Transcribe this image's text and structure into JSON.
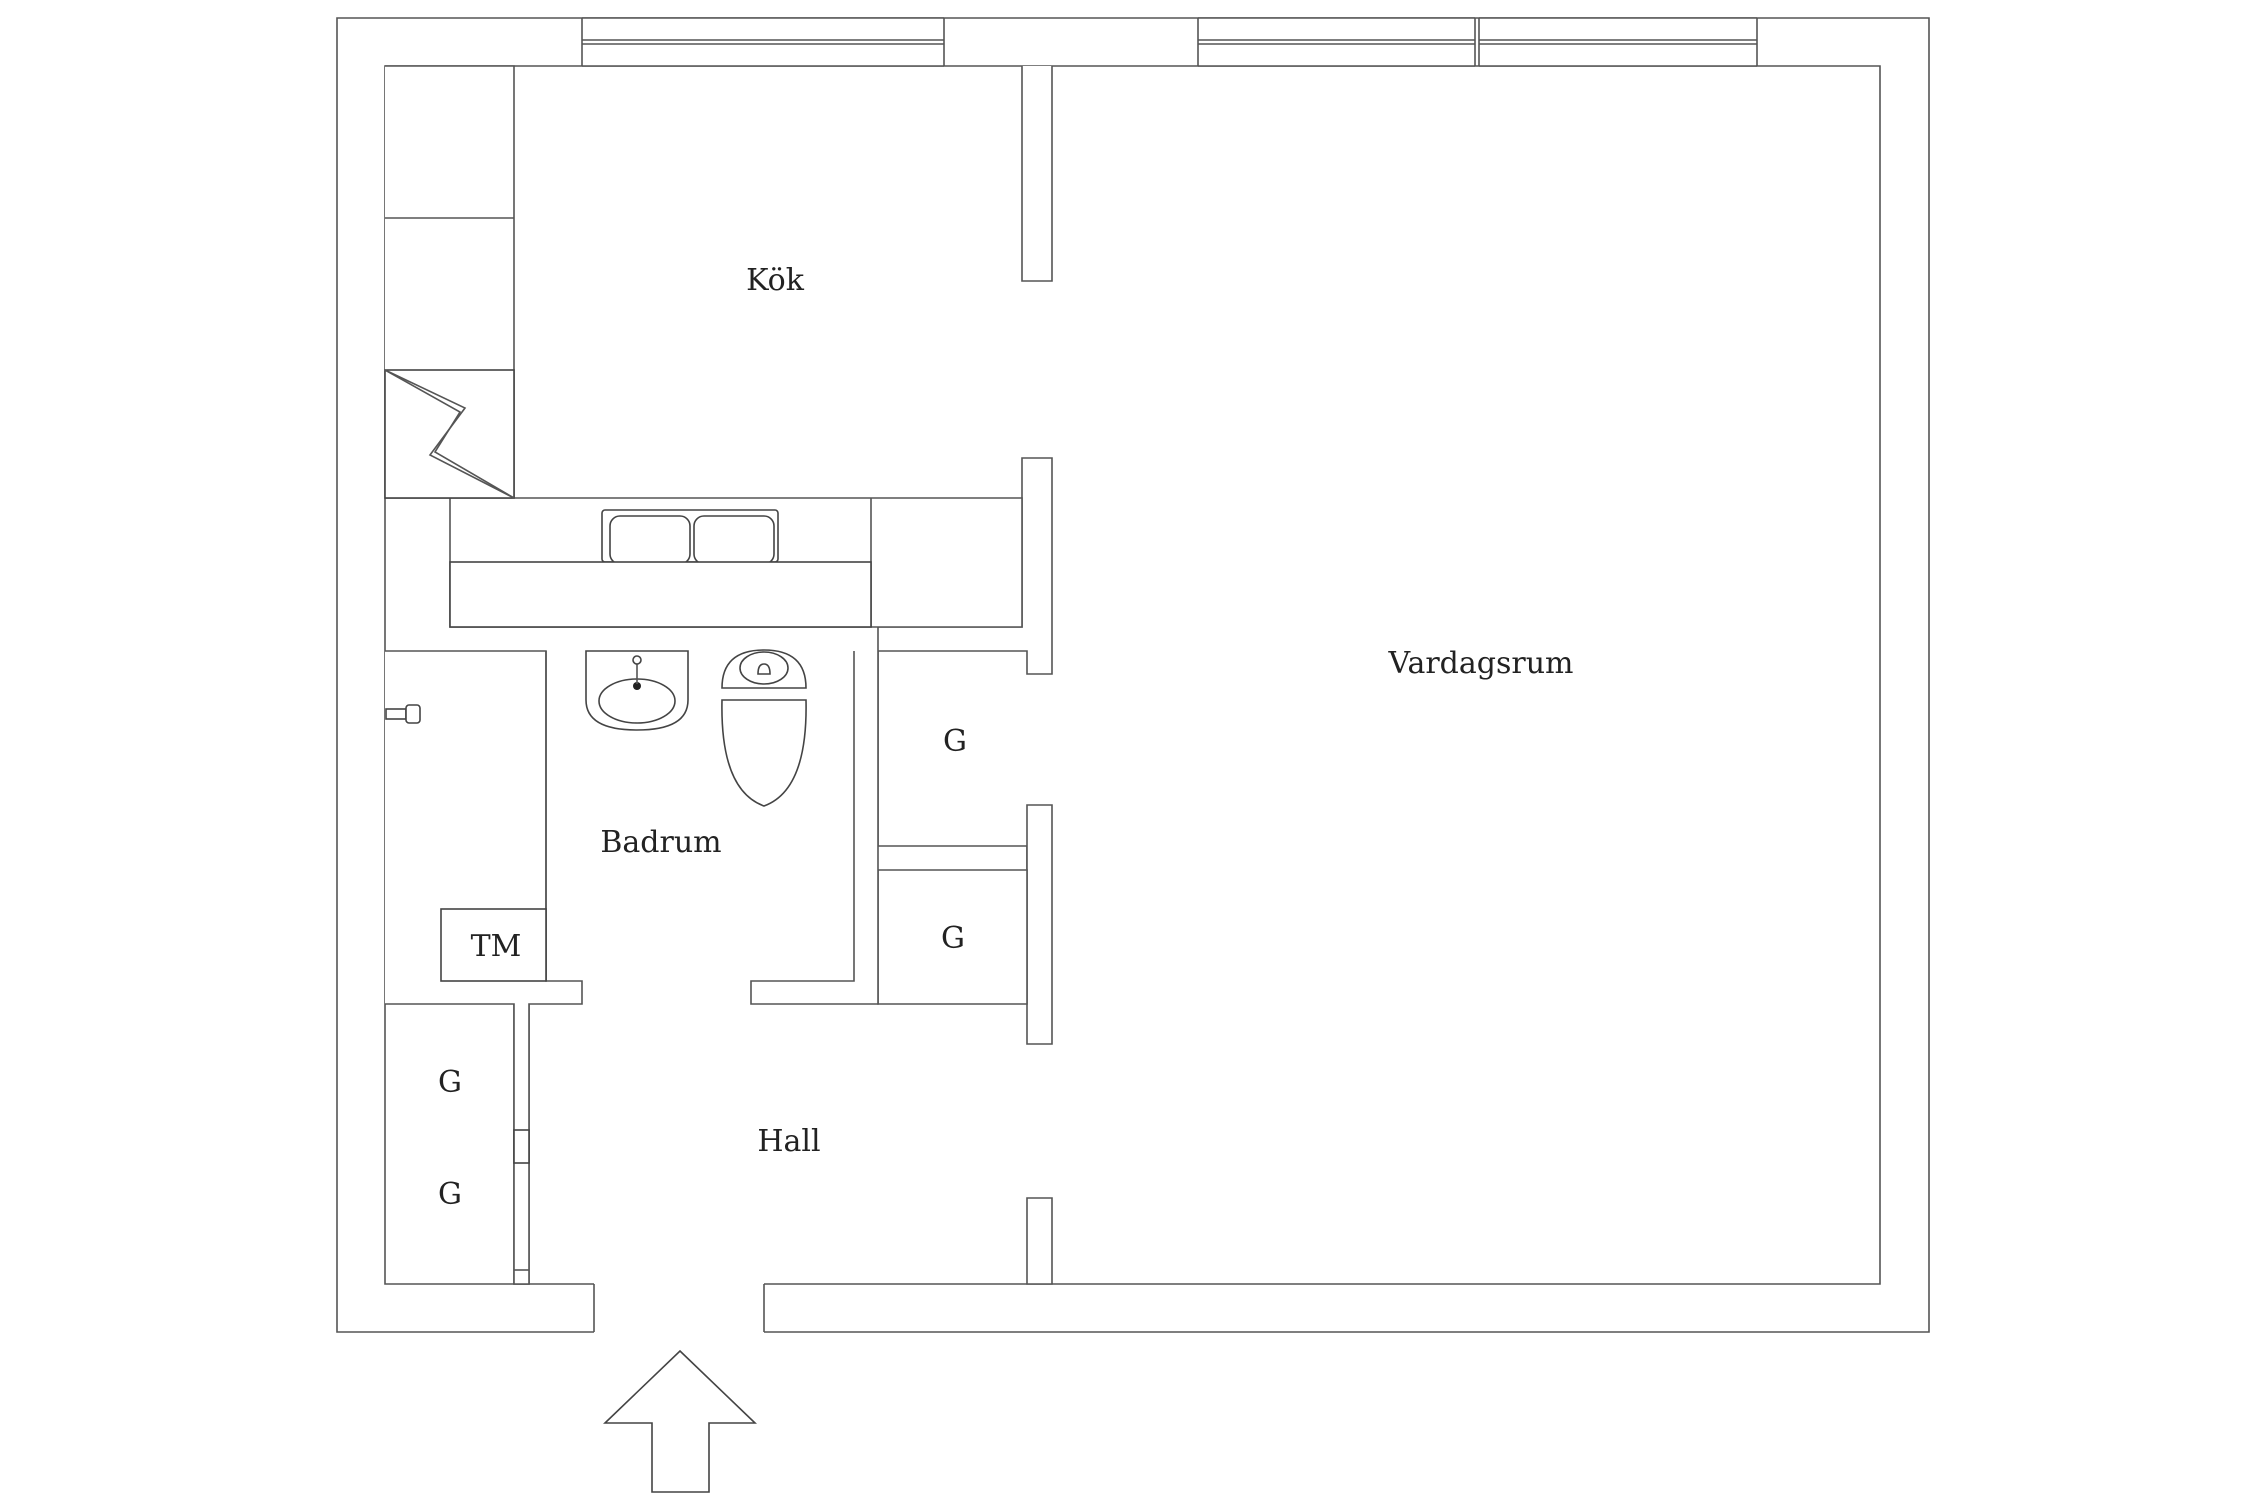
{
  "rooms": {
    "kitchen": "Kök",
    "living_room": "Vardagsrum",
    "bathroom": "Badrum",
    "hall": "Hall",
    "washing_machine": "TM",
    "wardrobe": "G"
  },
  "entrance": {
    "icon": "entrance-arrow-icon"
  },
  "colors": {
    "line": "#555555",
    "background": "#ffffff"
  }
}
